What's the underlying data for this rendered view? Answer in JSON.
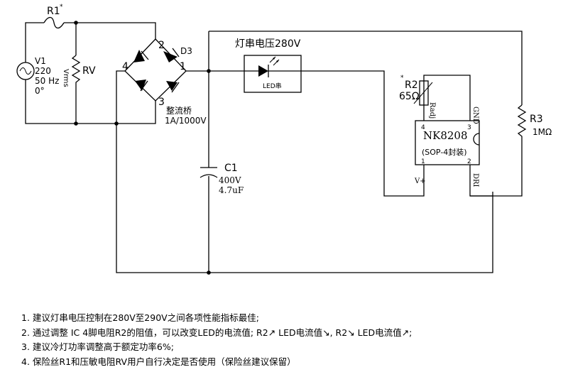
{
  "components": {
    "r1": {
      "ref": "R1",
      "mark": "*"
    },
    "v1": {
      "ref": "V1",
      "value": "220",
      "freq": "50 Hz",
      "phase": "0°"
    },
    "vrms": "Vrms",
    "rv": "RV",
    "bridge": {
      "ref": "D3",
      "name": "整流桥",
      "rating": "1A/1000V",
      "pins": [
        "1",
        "2",
        "3",
        "4"
      ]
    },
    "led": {
      "title": "灯串电压280V",
      "label": "LED串"
    },
    "c1": {
      "ref": "C1",
      "voltage": "400V",
      "value": "4.7uF"
    },
    "r2": {
      "mark": "*",
      "ref": "R2",
      "value": "65Ω"
    },
    "ic": {
      "name": "NK8208",
      "package": "(SOP-4封装)",
      "pins": {
        "radj": "Radj",
        "gnd": "GND",
        "vplus": "V+",
        "dri": "DRI",
        "p4": "4",
        "p3": "3",
        "p1": "1",
        "p2": "2"
      }
    },
    "r3": {
      "ref": "R3",
      "value": "1MΩ"
    }
  },
  "notes": [
    "1. 建议灯串电压控制在280V至290V之间各项性能指标最佳;",
    "2. 通过调整 IC 4脚电阻R2的阻值，可以改变LED的电流值; R2↗ LED电流值↘, R2↘ LED电流值↗;",
    "3. 建议冷灯功率调整高于额定功率6%;",
    "4. 保险丝R1和压敏电阻RV用户自行决定是否使用（保险丝建议保留）"
  ]
}
